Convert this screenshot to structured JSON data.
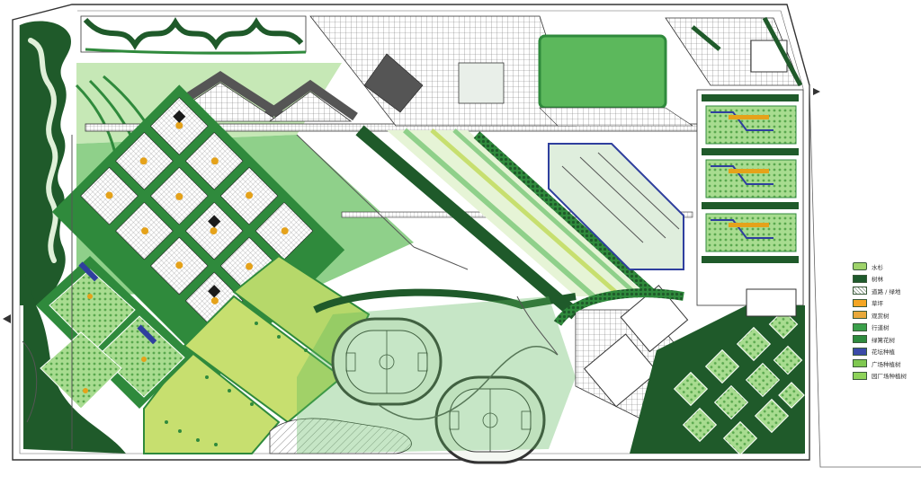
{
  "plan": {
    "colors": {
      "dark_green": "#1f5a2a",
      "mid_green": "#2f8a3c",
      "light_green": "#8fd08a",
      "pale_green": "#cde8b8",
      "yellow_green": "#c7df6f",
      "lawn": "#5cb85c",
      "blue": "#2f3f9e",
      "orange": "#e5a21a",
      "field": "#f4f7f2",
      "paving": "#ffffff",
      "line": "#333333"
    }
  },
  "legend": {
    "items": [
      {
        "label": "水杉",
        "color": "#9ed36a",
        "icon": "dot-tree"
      },
      {
        "label": "树林",
        "color": "#1e5a2c",
        "icon": "solid"
      },
      {
        "label": "道路 / 绿地",
        "color": "#e6efe6",
        "icon": "hatch"
      },
      {
        "label": "草坪",
        "color": "#f5a623",
        "icon": "solid"
      },
      {
        "label": "观赏树",
        "color": "#e8a83a",
        "icon": "solid"
      },
      {
        "label": "行道树",
        "color": "#3aa04a",
        "icon": "solid"
      },
      {
        "label": "绿篱花树",
        "color": "#2e8b3e",
        "icon": "solid"
      },
      {
        "label": "花坛种植",
        "color": "#3b4aa8",
        "icon": "solid"
      },
      {
        "label": "广场种植树",
        "color": "#7fc850",
        "icon": "solid"
      },
      {
        "label": "园厂场种植树",
        "color": "#8ed35a",
        "icon": "solid"
      }
    ]
  }
}
